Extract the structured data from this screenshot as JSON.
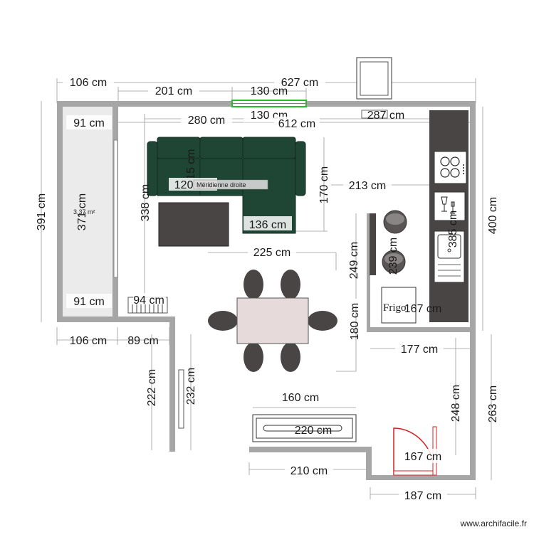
{
  "plan": {
    "dimensions": {
      "d_top_total": "627 cm",
      "d_top_left": "106 cm",
      "d_top_201": "201 cm",
      "d_top_130a": "130 cm",
      "d_top_130b": "130 cm",
      "d_top_287": "287 cm",
      "d_top_280": "280 cm",
      "d_top_612": "612 cm",
      "d_left_91_top": "91 cm",
      "d_left_91_bottom": "91 cm",
      "d_left_391": "391 cm",
      "d_left_371": "371 cm",
      "d_338": "338 cm",
      "d_115": "115 cm",
      "d_120": "120 cm",
      "d_170": "170 cm",
      "d_136": "136 cm",
      "d_213": "213 cm",
      "d_225": "225 cm",
      "d_249": "249 cm",
      "d_239": "239 cm",
      "d_385": "385 cm",
      "d_400": "400 cm",
      "d_167_kitchen": "167 cm",
      "d_94": "94 cm",
      "d_106_bottom": "106 cm",
      "d_89": "89 cm",
      "d_180": "180 cm",
      "d_177": "177 cm",
      "d_222": "222 cm",
      "d_232": "232 cm",
      "d_248": "248 cm",
      "d_263": "263 cm",
      "d_160": "160 cm",
      "d_220": "220 cm",
      "d_210": "210 cm",
      "d_167_door": "167 cm",
      "d_187": "187 cm"
    },
    "labels": {
      "area": "3.37 m²",
      "sofa": "Méridienne droite",
      "fridge": "Frigo"
    },
    "footer": "www.archifacile.fr",
    "colors": {
      "wall": "#a6a6a6",
      "sofa": "#1f4534",
      "furniture_dark": "#4a4545",
      "table": "#e6dada",
      "window": "#22c022",
      "door": "#d42020"
    }
  }
}
